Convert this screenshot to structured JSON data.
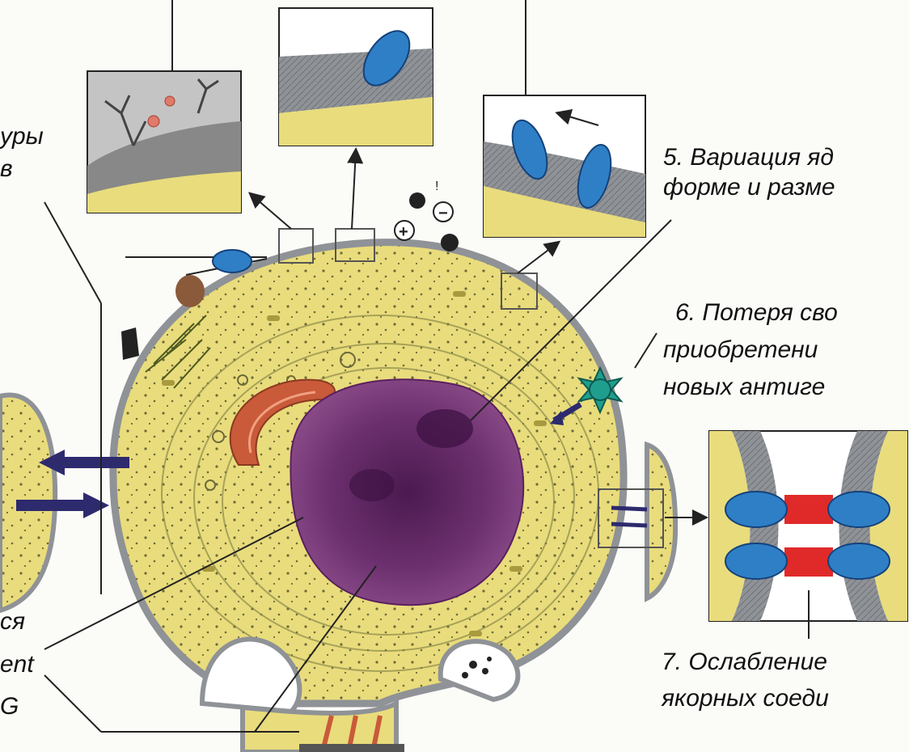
{
  "labels": {
    "l4_line1": "уры",
    "l4_line2": "в",
    "l5_line1": "5. Вариация яд",
    "l5_line2": "форме и разме",
    "l6_line1": "6. Потеря сво",
    "l6_line2": "приобретени",
    "l6_line3": "новых антиге",
    "l7_line1": "7. Ослабление",
    "l7_line2": "якорных соеди",
    "left_line1": "ся",
    "left_line2": "ent",
    "left_line3": "G"
  },
  "charges": {
    "plus": "+",
    "minus": "−",
    "excl": "!"
  },
  "colors": {
    "cytoplasm": "#e9dc7c",
    "membrane": "#8f9296",
    "nucleus": "#6b2f6e",
    "golgi": "#c95a3a",
    "protein": "#2f7fc6",
    "junction": "#e02a2a",
    "antigen": "#1f9e8e",
    "arrow": "#2d2a6e"
  }
}
